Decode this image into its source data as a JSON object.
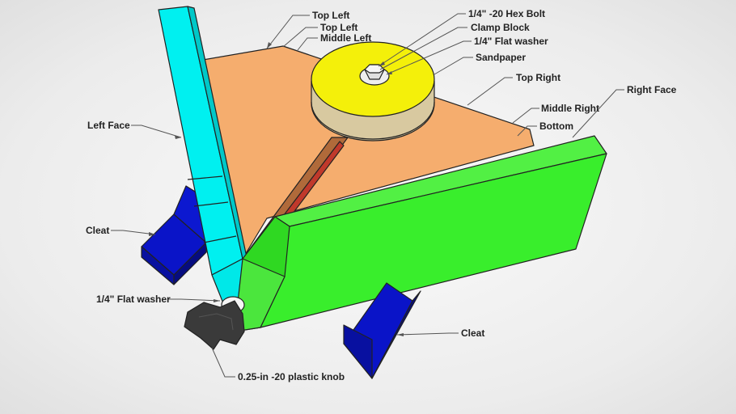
{
  "labels": {
    "top_left_1": "Top Left",
    "top_left_2": "Top Left",
    "middle_left": "Middle Left",
    "hex_bolt": "1/4\" -20 Hex Bolt",
    "clamp_block": "Clamp Block",
    "flat_washer_top": "1/4\" Flat washer",
    "sandpaper": "Sandpaper",
    "top_right": "Top Right",
    "middle_right": "Middle Right",
    "right_face": "Right Face",
    "bottom": "Bottom",
    "left_face": "Left Face",
    "cleat_left": "Cleat",
    "flat_washer_bottom": "1/4\" Flat washer",
    "cleat_right": "Cleat",
    "plastic_knob": "0.25-in -20 plastic knob"
  },
  "colors": {
    "left_face": "#00f0f0",
    "top_panel": "#f5ad6e",
    "right_face": "#39ee2c",
    "cleat": "#0a14c8",
    "sandpaper": "#f4f00a",
    "clamp_block": "#d8c9a0",
    "knob": "#3a3a3a",
    "strip": "#b06a3a"
  }
}
